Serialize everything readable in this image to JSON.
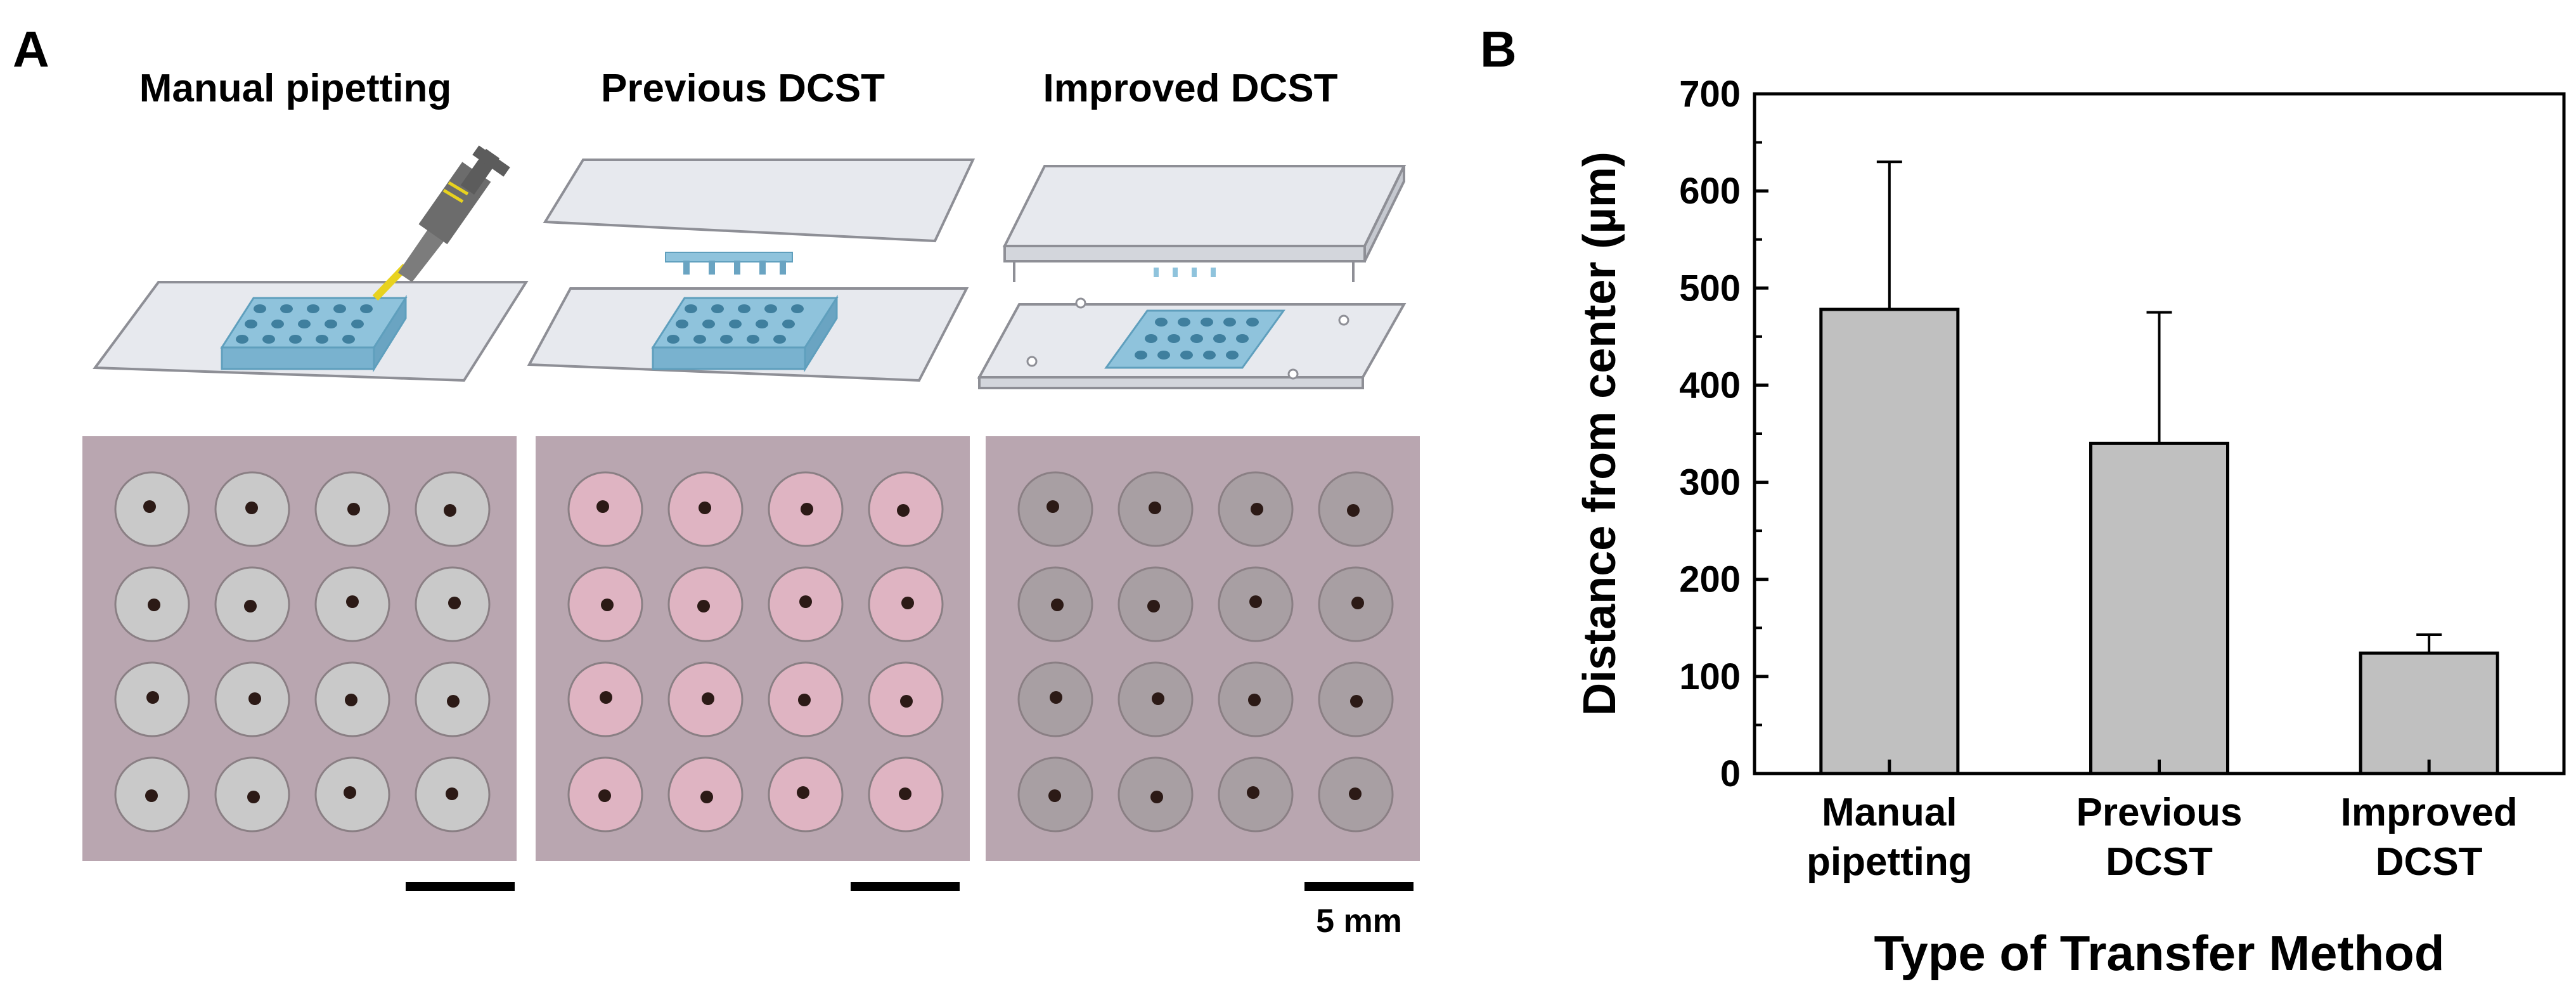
{
  "panel_a": {
    "letter": "A",
    "columns": [
      {
        "title": "Manual pipetting",
        "tint": "#c9c9c9"
      },
      {
        "title": "Previous DCST",
        "tint": "#dfb4c2"
      },
      {
        "title": "Improved DCST",
        "tint": "#a89fa3"
      }
    ],
    "scale_bar_label": "5 mm",
    "colors": {
      "photo_bg": "#b9a6b0",
      "chip": "#8fc3dc",
      "chip_dot": "#3f7f9e",
      "plate": "#e7e9ee",
      "pipette": "#7c7c7c",
      "tip": "#e8d21f"
    }
  },
  "panel_b": {
    "letter": "B",
    "chart_data": {
      "type": "bar",
      "categories": [
        "Manual pipetting",
        "Previous DCST",
        "Improved DCST"
      ],
      "category_lines": [
        [
          "Manual",
          "pipetting"
        ],
        [
          "Previous",
          "DCST"
        ],
        [
          "Improved",
          "DCST"
        ]
      ],
      "values": [
        478,
        340,
        124
      ],
      "error_upper": [
        630,
        475,
        143
      ],
      "xlabel": "Type of Transfer Method",
      "ylabel": "Distance from center (µm)",
      "ylim": [
        0,
        700
      ],
      "yticks": [
        0,
        100,
        200,
        300,
        400,
        500,
        600,
        700
      ],
      "grid": false,
      "bar_color": "#c0c0c0"
    }
  }
}
